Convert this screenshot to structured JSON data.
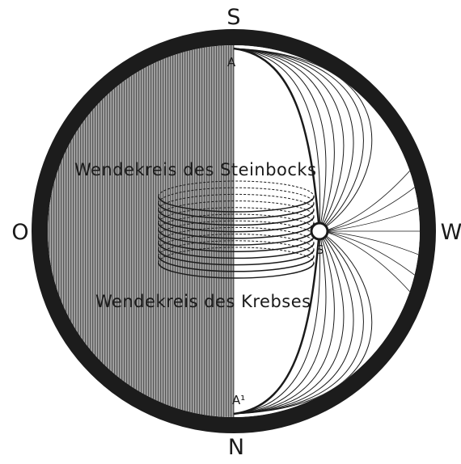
{
  "compass": {
    "south": "S",
    "north": "N",
    "east": "O",
    "west": "W"
  },
  "labels": {
    "top_point": "A",
    "bottom_point": "A¹",
    "sun": "S",
    "tropic_capricorn": "Wendekreis des Steinbocks",
    "tropic_cancer": "Wendekreis des Krebses"
  },
  "colors": {
    "ring": "#1c1c1c",
    "night_side": "#8c8c8c",
    "day_side": "#ffffff",
    "ink": "#1a1a1a"
  }
}
